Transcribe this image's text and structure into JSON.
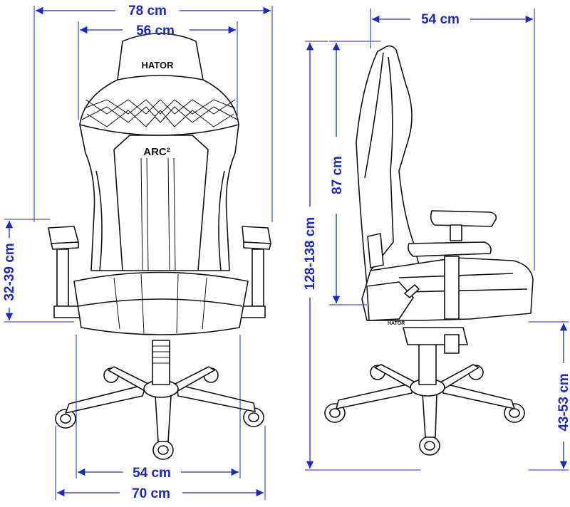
{
  "dimensions": {
    "overall_width": "78 cm",
    "back_width": "56 cm",
    "depth": "54 cm",
    "back_height": "87 cm",
    "armrest_height": "32-39 cm",
    "total_height": "128-138 cm",
    "seat_height": "43-53 cm",
    "seat_width": "54 cm",
    "base_width": "70 cm"
  },
  "branding": {
    "headrest_logo": "HATOR",
    "backrest_model": "ARC²",
    "side_logo": "HATOR"
  },
  "colors": {
    "dimension": "#1f2bb8",
    "outline": "#111111"
  }
}
